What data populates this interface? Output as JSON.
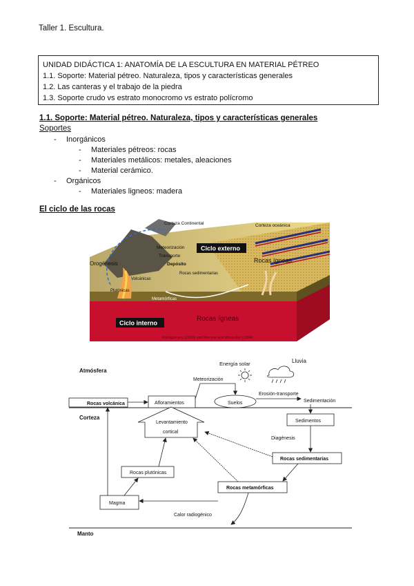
{
  "header": "Taller 1. Escultura.",
  "unit": {
    "title": "UNIDAD DIDÁCTICA 1: ANATOMÍA DE LA ESCULTURA EN MATERIAL PÉTREO",
    "items": [
      "1.1. Soporte: Material pétreo. Naturaleza, tipos y características generales",
      "1.2. Las canteras y el trabajo de la piedra",
      "1.3. Soporte crudo vs estrato monocromo vs estrato polícromo"
    ]
  },
  "section": {
    "title": "1.1. Soporte: Material pétreo. Naturaleza, tipos y características generales",
    "subtitle": "Soportes",
    "groups": [
      {
        "label": "Inorgánicos",
        "items": [
          "Materiales pétreos: rocas",
          "Materiales metálicos: metales, aleaciones",
          "Material cerámico."
        ]
      },
      {
        "label": "Orgánicos",
        "items": [
          "Materiales ligneos: madera"
        ]
      }
    ]
  },
  "rock_cycle": {
    "title": "El ciclo de las rocas",
    "illustration": {
      "corteza_continental": "Corteza Continental",
      "corteza_oceanica": "Corteza oceánica",
      "meteorizacion": "Meteorización",
      "transporte": "Transporte",
      "ciclo_externo": "Ciclo externo",
      "deposito": "Depósito",
      "orogenesis": "Orogénesis",
      "volcanicas": "Volcánicas",
      "rocas_sedimentarias": "Rocas sedimentarias",
      "rocas_igneas_top": "Rocas ígneas",
      "plutonicas": "Plutónicas",
      "metamorficas": "Metamórficas",
      "ciclo_interno": "Ciclo interno",
      "rocas_igneas_bottom": "Rocas ígneas",
      "credit": "Montgomery (1990) and Monroe and Wicander (1994)",
      "colors": {
        "mantle": "#c8102e",
        "crust": "#e8d58a",
        "ocean": "#c9a94a",
        "label_bg": "#111111"
      }
    },
    "diagram": {
      "atmosfera": "Atmósfera",
      "energia_solar": "Energía solar",
      "lluvia": "Lluvia",
      "meteorizacion": "Meteorización",
      "rocas_volcanicas": "Rocas volcánica",
      "afloramientos": "Afloramientos",
      "suelos": "Suelos",
      "erosion_transporte": "Erosión-transporte",
      "sedimentacion": "Sedimentación",
      "corteza": "Corteza",
      "levantamiento": "Levantamiento",
      "cortical": "cortical",
      "sedimentos": "Sedimentos",
      "diagenesis": "Diagénesis",
      "rocas_sedimentarias": "Rocas sedimentarias",
      "rocas_plutonicas": "Rocas plutónicas",
      "rocas_metamorficas": "Rocas metamórficas",
      "magma": "Magma",
      "calor_radiogenico": "Calor radiogénico",
      "manto": "Manto"
    }
  }
}
